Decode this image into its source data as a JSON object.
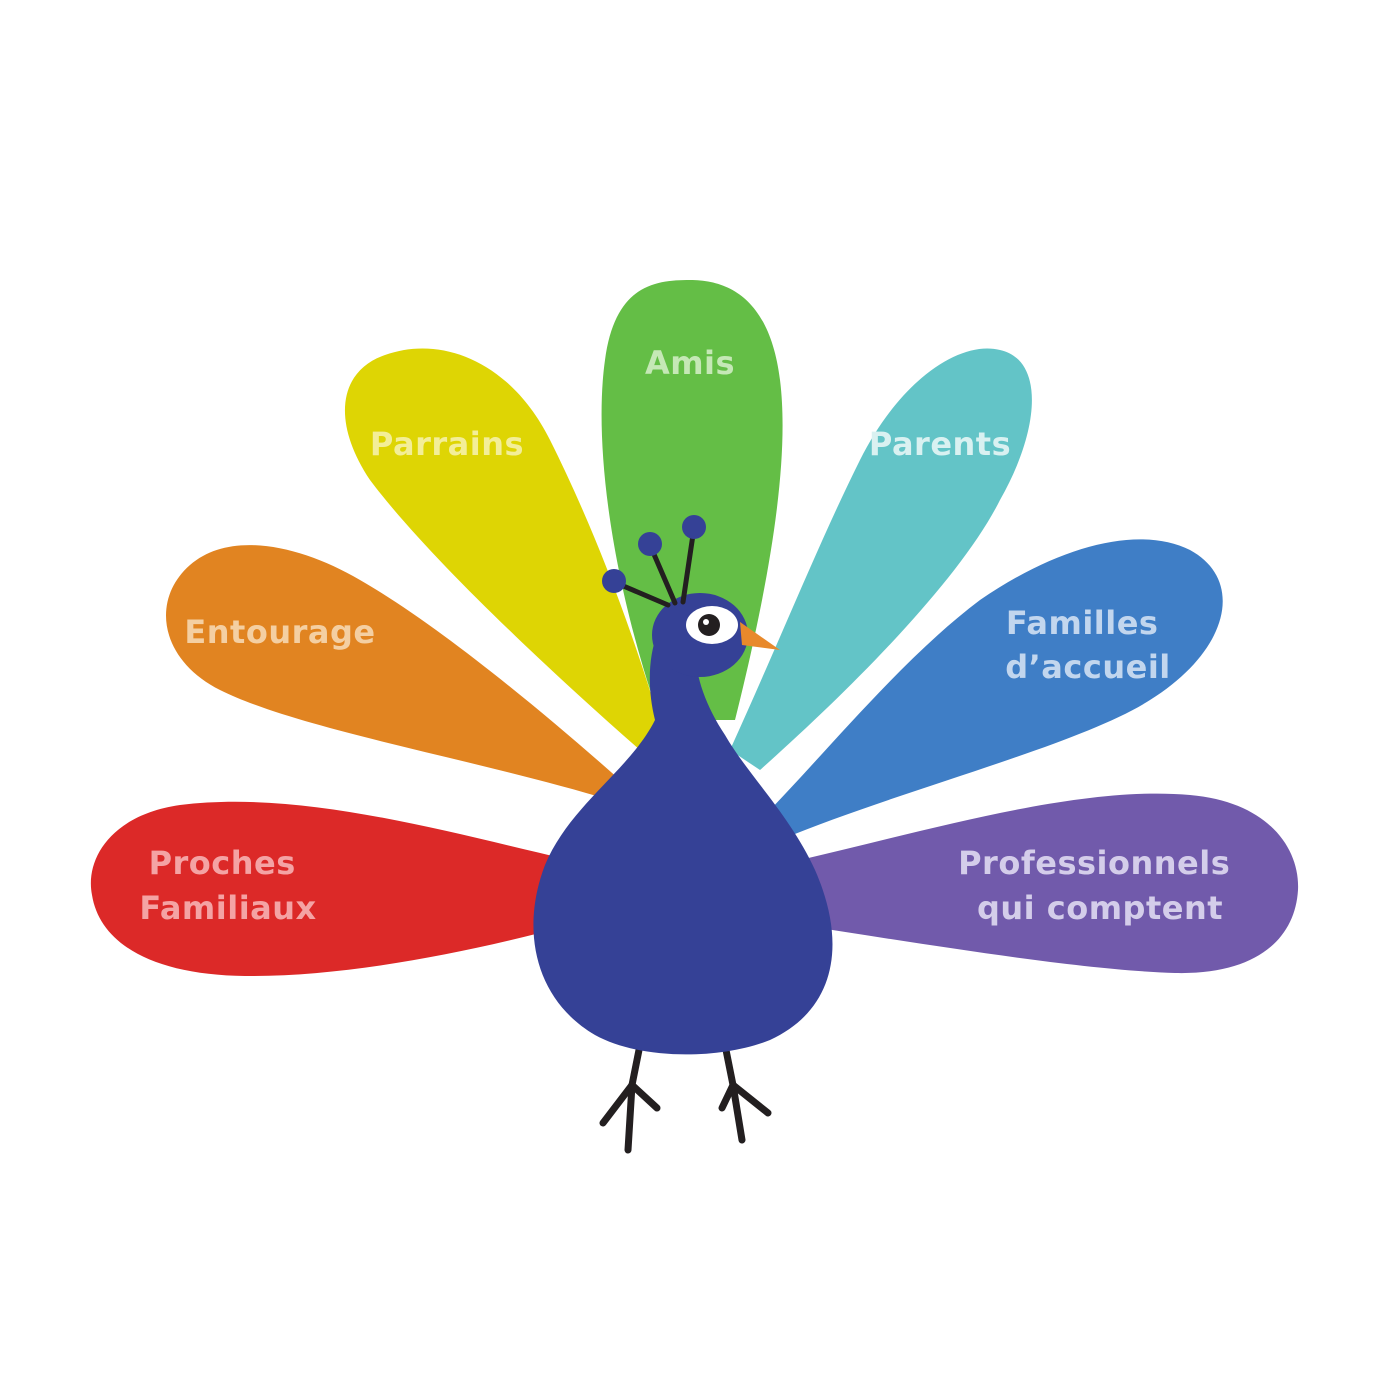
{
  "feathers": [
    {
      "id": "proches",
      "lines": [
        "Proches",
        "Familiaux"
      ],
      "color": "#DC2928",
      "text_color": "#F4A3A4"
    },
    {
      "id": "entourage",
      "lines": [
        "Entourage"
      ],
      "color": "#E18421",
      "text_color": "#F4CFA2"
    },
    {
      "id": "parrains",
      "lines": [
        "Parrains"
      ],
      "color": "#DED504",
      "text_color": "#F3EE98"
    },
    {
      "id": "amis",
      "lines": [
        "Amis"
      ],
      "color": "#64BE46",
      "text_color": "#C5E8B6"
    },
    {
      "id": "parents",
      "lines": [
        "Parents"
      ],
      "color": "#63C4C7",
      "text_color": "#D9F1F1"
    },
    {
      "id": "familles",
      "lines": [
        "Familles",
        "d’accueil"
      ],
      "color": "#3F7EC6",
      "text_color": "#C2D6EE"
    },
    {
      "id": "professionnels",
      "lines": [
        "Professionnels",
        "qui comptent"
      ],
      "color": "#715AAB",
      "text_color": "#D4CDEA"
    }
  ],
  "colors": {
    "body": "#354196",
    "crest": "#354196",
    "beak": "#E8892B",
    "legs": "#231F20",
    "eye_white": "#FFFFFF",
    "eye_pupil": "#231F20"
  }
}
